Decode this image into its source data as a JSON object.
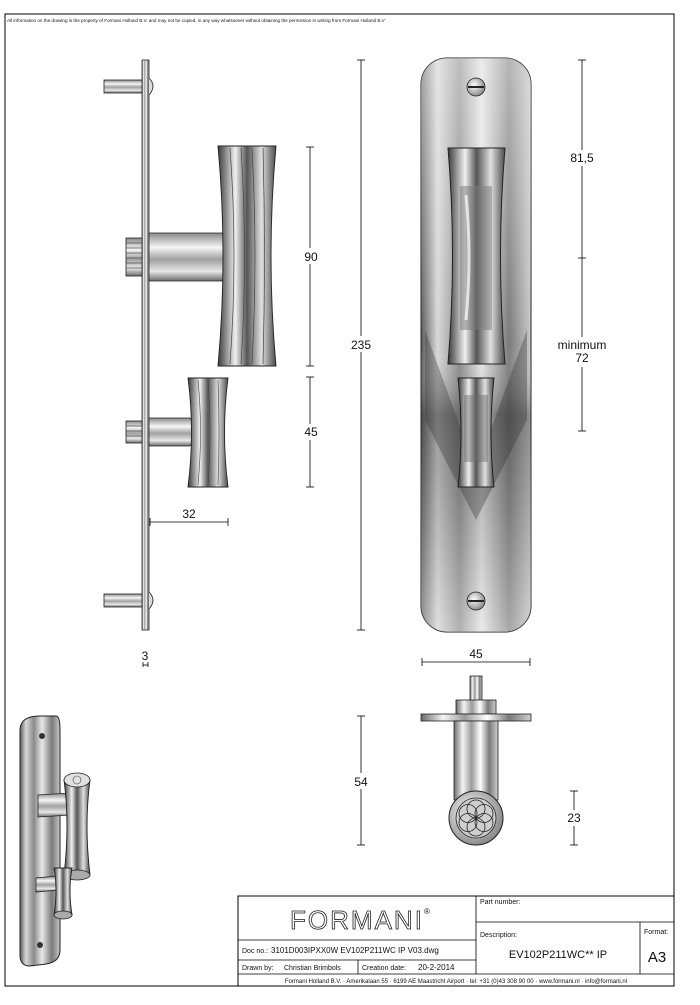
{
  "disclaimer": "All information on the drawing is the property of Formani Holland B.V. and may not be copied, in any way whatsoever without obtaining the permission in writing from Formani Holland B.V",
  "dimensions": {
    "d90": "90",
    "d45_side": "45",
    "d32": "32",
    "d3": "3",
    "d235": "235",
    "d81_5": "81,5",
    "d_minimum": "minimum",
    "d72": "72",
    "d45_top": "45",
    "d54": "54",
    "d23": "23"
  },
  "title_block": {
    "brand": "FORMANI",
    "registered": "®",
    "part_number_label": "Part number:",
    "description_label": "Description:",
    "description_value": "EV102P211WC** IP",
    "format_label": "Format:",
    "format_value": "A3",
    "doc_no_label": "Doc no.:",
    "doc_no_value": "3101D003IPXX0W EV102P211WC IP V03.dwg",
    "drawn_by_label": "Drawn by:",
    "drawn_by_value": "Christian Brimbols",
    "creation_date_label": "Creation date:",
    "creation_date_value": "20-2-2014",
    "footer": "Formani Holland B.V. · Amerikalaan 55 · 6199 AE Maastricht Airport · tel: +31 (0)43 308 90 00 · www.formani.nl · info@formani.nl"
  }
}
